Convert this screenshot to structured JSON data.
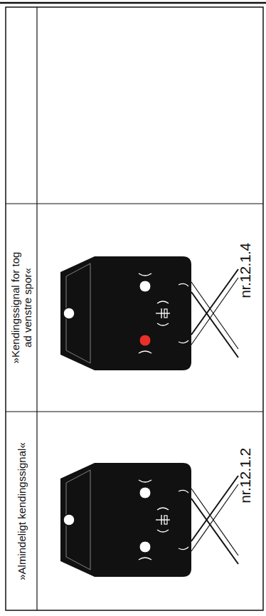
{
  "diagram": {
    "labels": [
      "»Almindeligt kendingssignal«",
      "»Kendingssignal for tog ad venstre spor«",
      "nr.12.1.2",
      "nr.12.1.4"
    ]
  }
}
